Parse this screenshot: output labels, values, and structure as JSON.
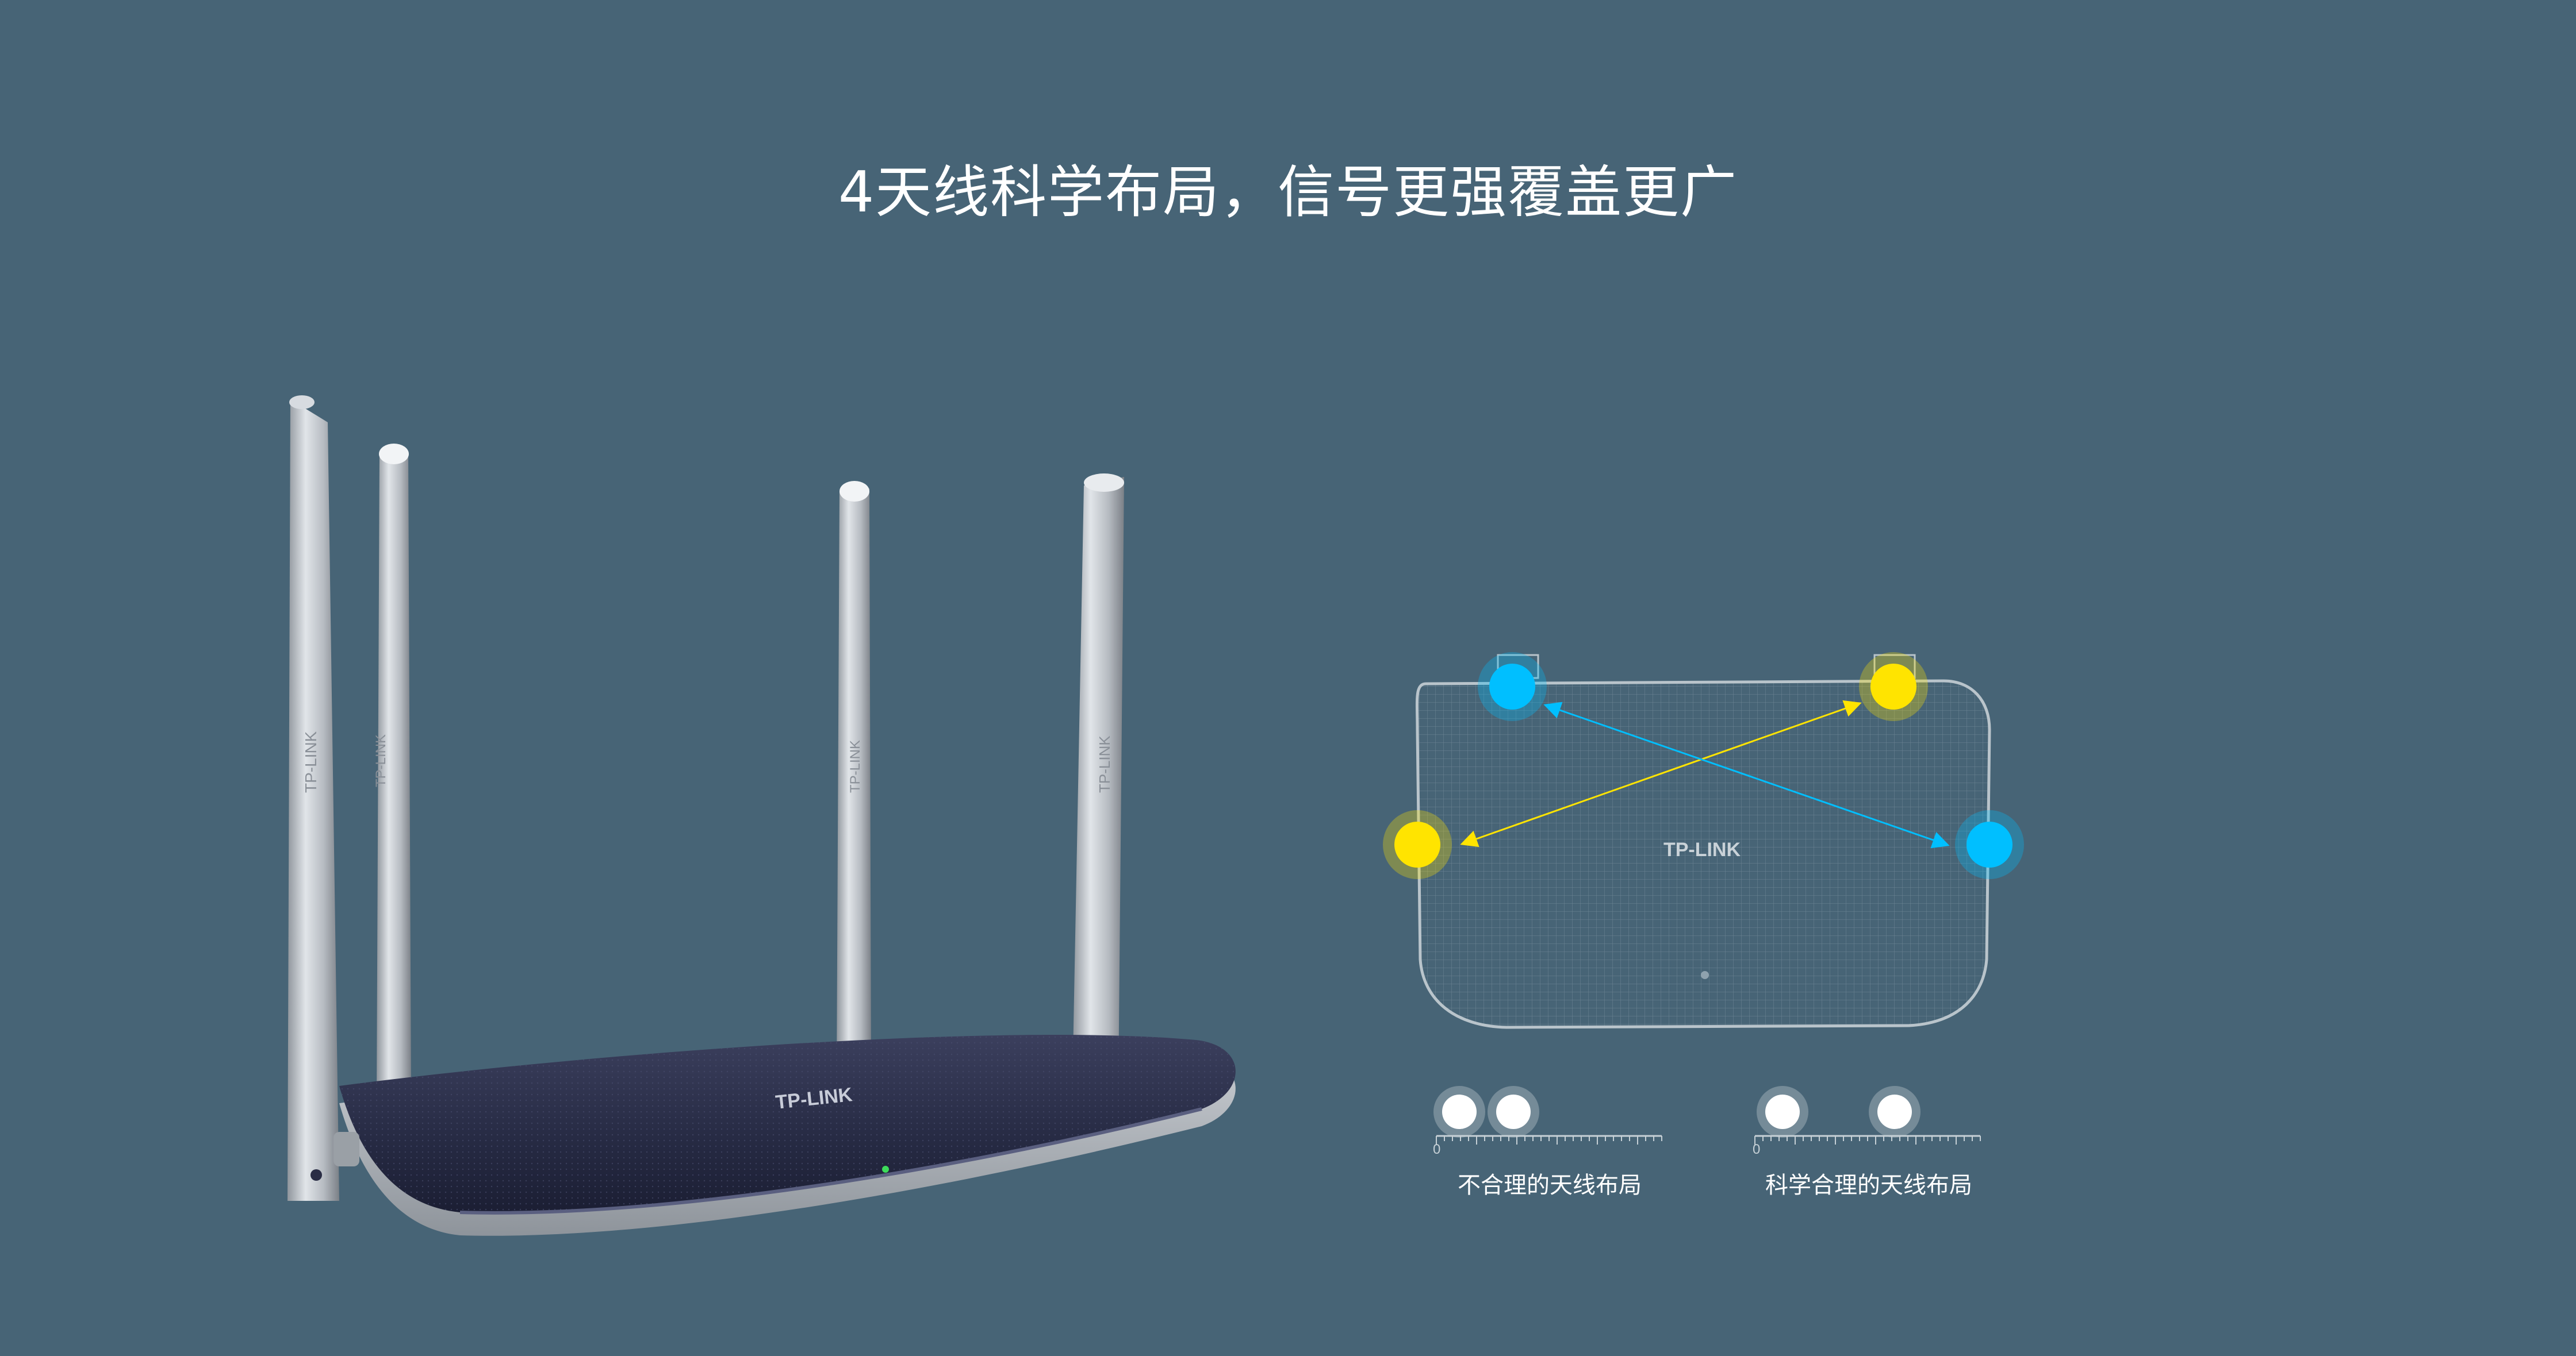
{
  "headline": "4天线科学布局，信号更强覆盖更广",
  "brand": "TP-LINK",
  "layouts": {
    "bad": {
      "caption": "不合理的天线布局",
      "scale_zero": "0"
    },
    "good": {
      "caption": "科学合理的天线布局",
      "scale_zero": "0"
    }
  },
  "colors": {
    "background": "#476476",
    "antenna_blue": "#00bfff",
    "antenna_yellow": "#ffe400",
    "router_body": "#2a2d45"
  }
}
